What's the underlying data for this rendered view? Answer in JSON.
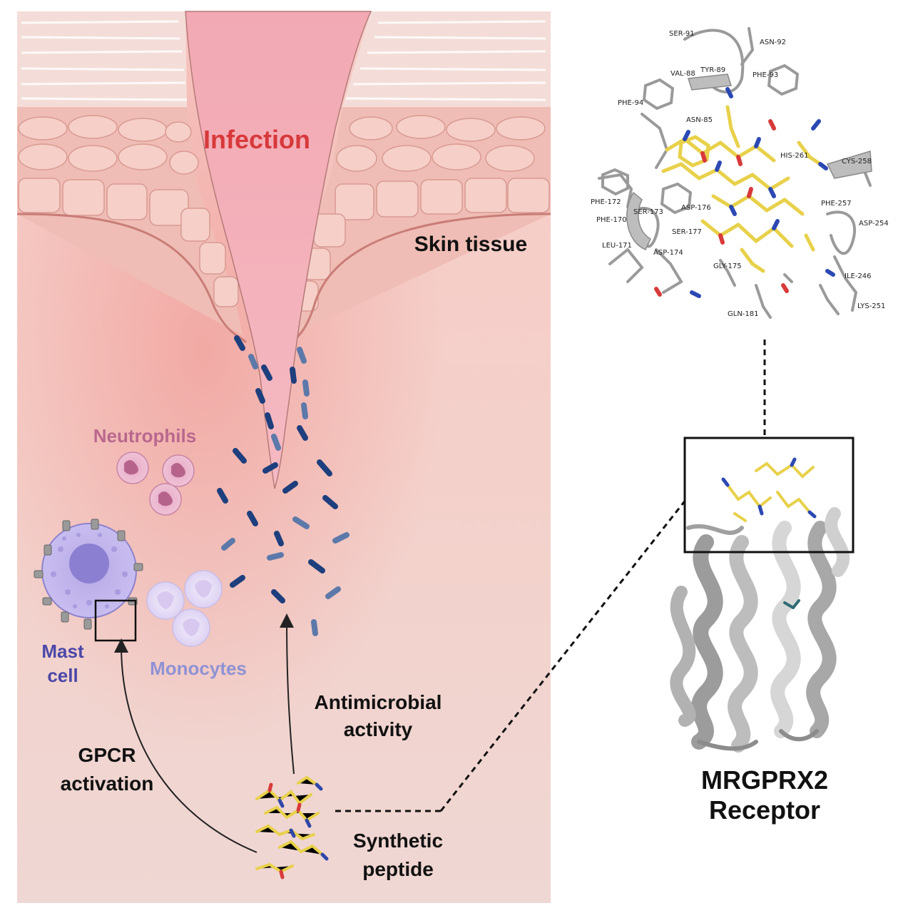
{
  "labels": {
    "infection": "Infection",
    "skin_tissue": "Skin tissue",
    "neutrophils": "Neutrophils",
    "mast_cell_line1": "Mast",
    "mast_cell_line2": "cell",
    "monocytes": "Monocytes",
    "antimicrobial_line1": "Antimicrobial",
    "antimicrobial_line2": "activity",
    "gpcr_line1": "GPCR",
    "gpcr_line2": "activation",
    "peptide_line1": "Synthetic",
    "peptide_line2": "peptide",
    "receptor_line1": "MRGPRX2",
    "receptor_line2": "Receptor"
  },
  "residues": [
    "SER-91",
    "ASN-92",
    "VAL-88",
    "TYR-89",
    "PHE-93",
    "PHE-94",
    "ASN-85",
    "HIS-261",
    "CYS-258",
    "PHE-172",
    "PHE-170",
    "SER-173",
    "ASP-176",
    "PHE-257",
    "ASP-254",
    "LEU-171",
    "SER-177",
    "ASP-174",
    "GLY-175",
    "ILE-246",
    "GLN-181",
    "LYS-251"
  ],
  "colors": {
    "infection_text": "#d7393b",
    "neutrophil_text": "#b9688e",
    "mast_text": "#4b47a8",
    "monocyte_text": "#8f92d4",
    "bacteria": "#1e3f7d",
    "peptide": "#e8d14a"
  }
}
